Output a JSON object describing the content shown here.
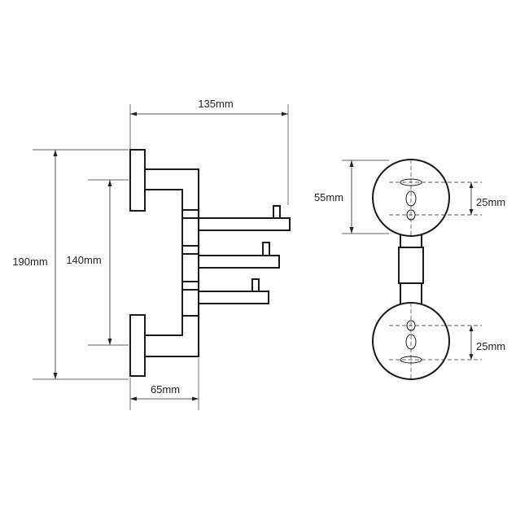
{
  "dimensions": {
    "overall_width": "135mm",
    "overall_height": "190mm",
    "mount_spacing": "140mm",
    "projection_depth": "65mm",
    "plate_height": "55mm",
    "hole_spacing_top": "25mm",
    "hole_spacing_bottom": "25mm"
  }
}
